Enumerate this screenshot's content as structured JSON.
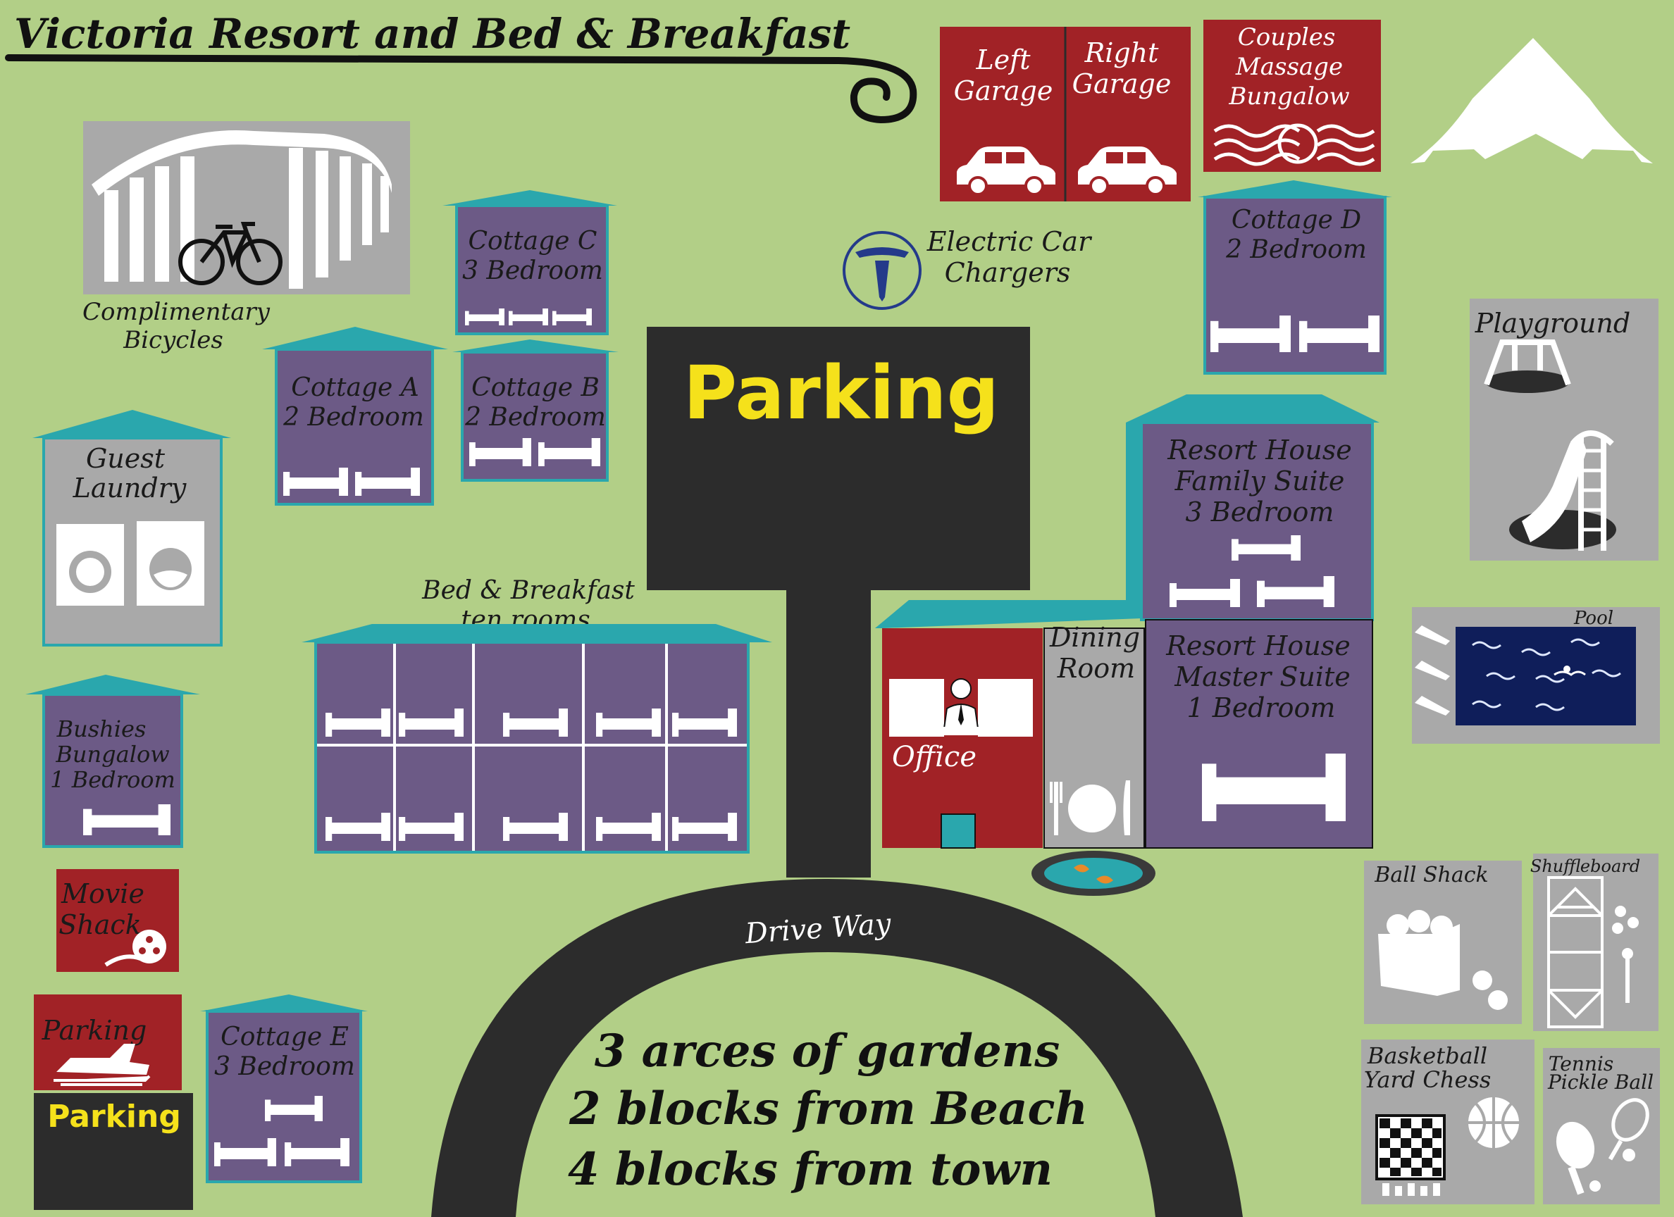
{
  "title": "Victoria Resort and Bed & Breakfast",
  "colors": {
    "grass": "#b2cf87",
    "purple": "#6c5a86",
    "teal": "#2aa7ad",
    "red": "#a12226",
    "gray": "#a8a8a8",
    "asphalt": "#2c2c2c",
    "yellow": "#f5e11b",
    "pool": "#0f1e5a"
  },
  "buildings": {
    "left_garage": [
      "Left",
      "Garage"
    ],
    "right_garage": [
      "Right",
      "Garage"
    ],
    "massage": [
      "Couples",
      "Massage",
      "Bungalow"
    ],
    "bicycles": [
      "Complimentary",
      "Bicycles"
    ],
    "cottage_c": [
      "Cottage C",
      "3 Bedroom"
    ],
    "cottage_a": [
      "Cottage A",
      "2 Bedroom"
    ],
    "cottage_b": [
      "Cottage B",
      "2 Bedroom"
    ],
    "cottage_d": [
      "Cottage D",
      "2 Bedroom"
    ],
    "chargers": [
      "Electric Car",
      "Chargers"
    ],
    "playground": "Playground",
    "laundry": [
      "Guest",
      "Laundry"
    ],
    "bnb": [
      "Bed & Breakfast",
      "ten rooms"
    ],
    "family_suite": [
      "Resort House",
      "Family Suite",
      "3 Bedroom"
    ],
    "master_suite": [
      "Resort House",
      "Master Suite",
      "1 Bedroom"
    ],
    "dining": [
      "Dining",
      "Room"
    ],
    "office": "Office",
    "pool": "Pool",
    "bushies": [
      "Bushies",
      "Bungalow",
      "1 Bedroom"
    ],
    "movie": [
      "Movie",
      "Shack"
    ],
    "parking_small_red": "Parking",
    "parking_small_black": "Parking",
    "cottage_e": [
      "Cottage E",
      "3 Bedroom"
    ],
    "ball_shack": "Ball Shack",
    "shuffleboard": "Shuffleboard",
    "basketball": [
      "Basketball",
      "Yard Chess"
    ],
    "tennis": [
      "Tennis",
      "Pickle Ball"
    ]
  },
  "parking_main": "Parking",
  "driveway": "Drive Way",
  "taglines": [
    "3 arces of gardens",
    "2 blocks from Beach",
    "4 blocks from town"
  ],
  "icons": [
    "bicycle-icon",
    "car-icon",
    "massage-hand-icon",
    "tent-icon",
    "tesla-logo-icon",
    "bed-icon",
    "washer-icon",
    "swing-icon",
    "slide-icon",
    "receptionist-icon",
    "plate-icon",
    "koi-pond-icon",
    "film-reel-icon",
    "snowmobile-icon",
    "balls-basket-icon",
    "shuffleboard-icon",
    "chessboard-icon",
    "basketball-icon",
    "tennis-racket-icon",
    "swimmer-icon",
    "lounge-chair-icon"
  ]
}
